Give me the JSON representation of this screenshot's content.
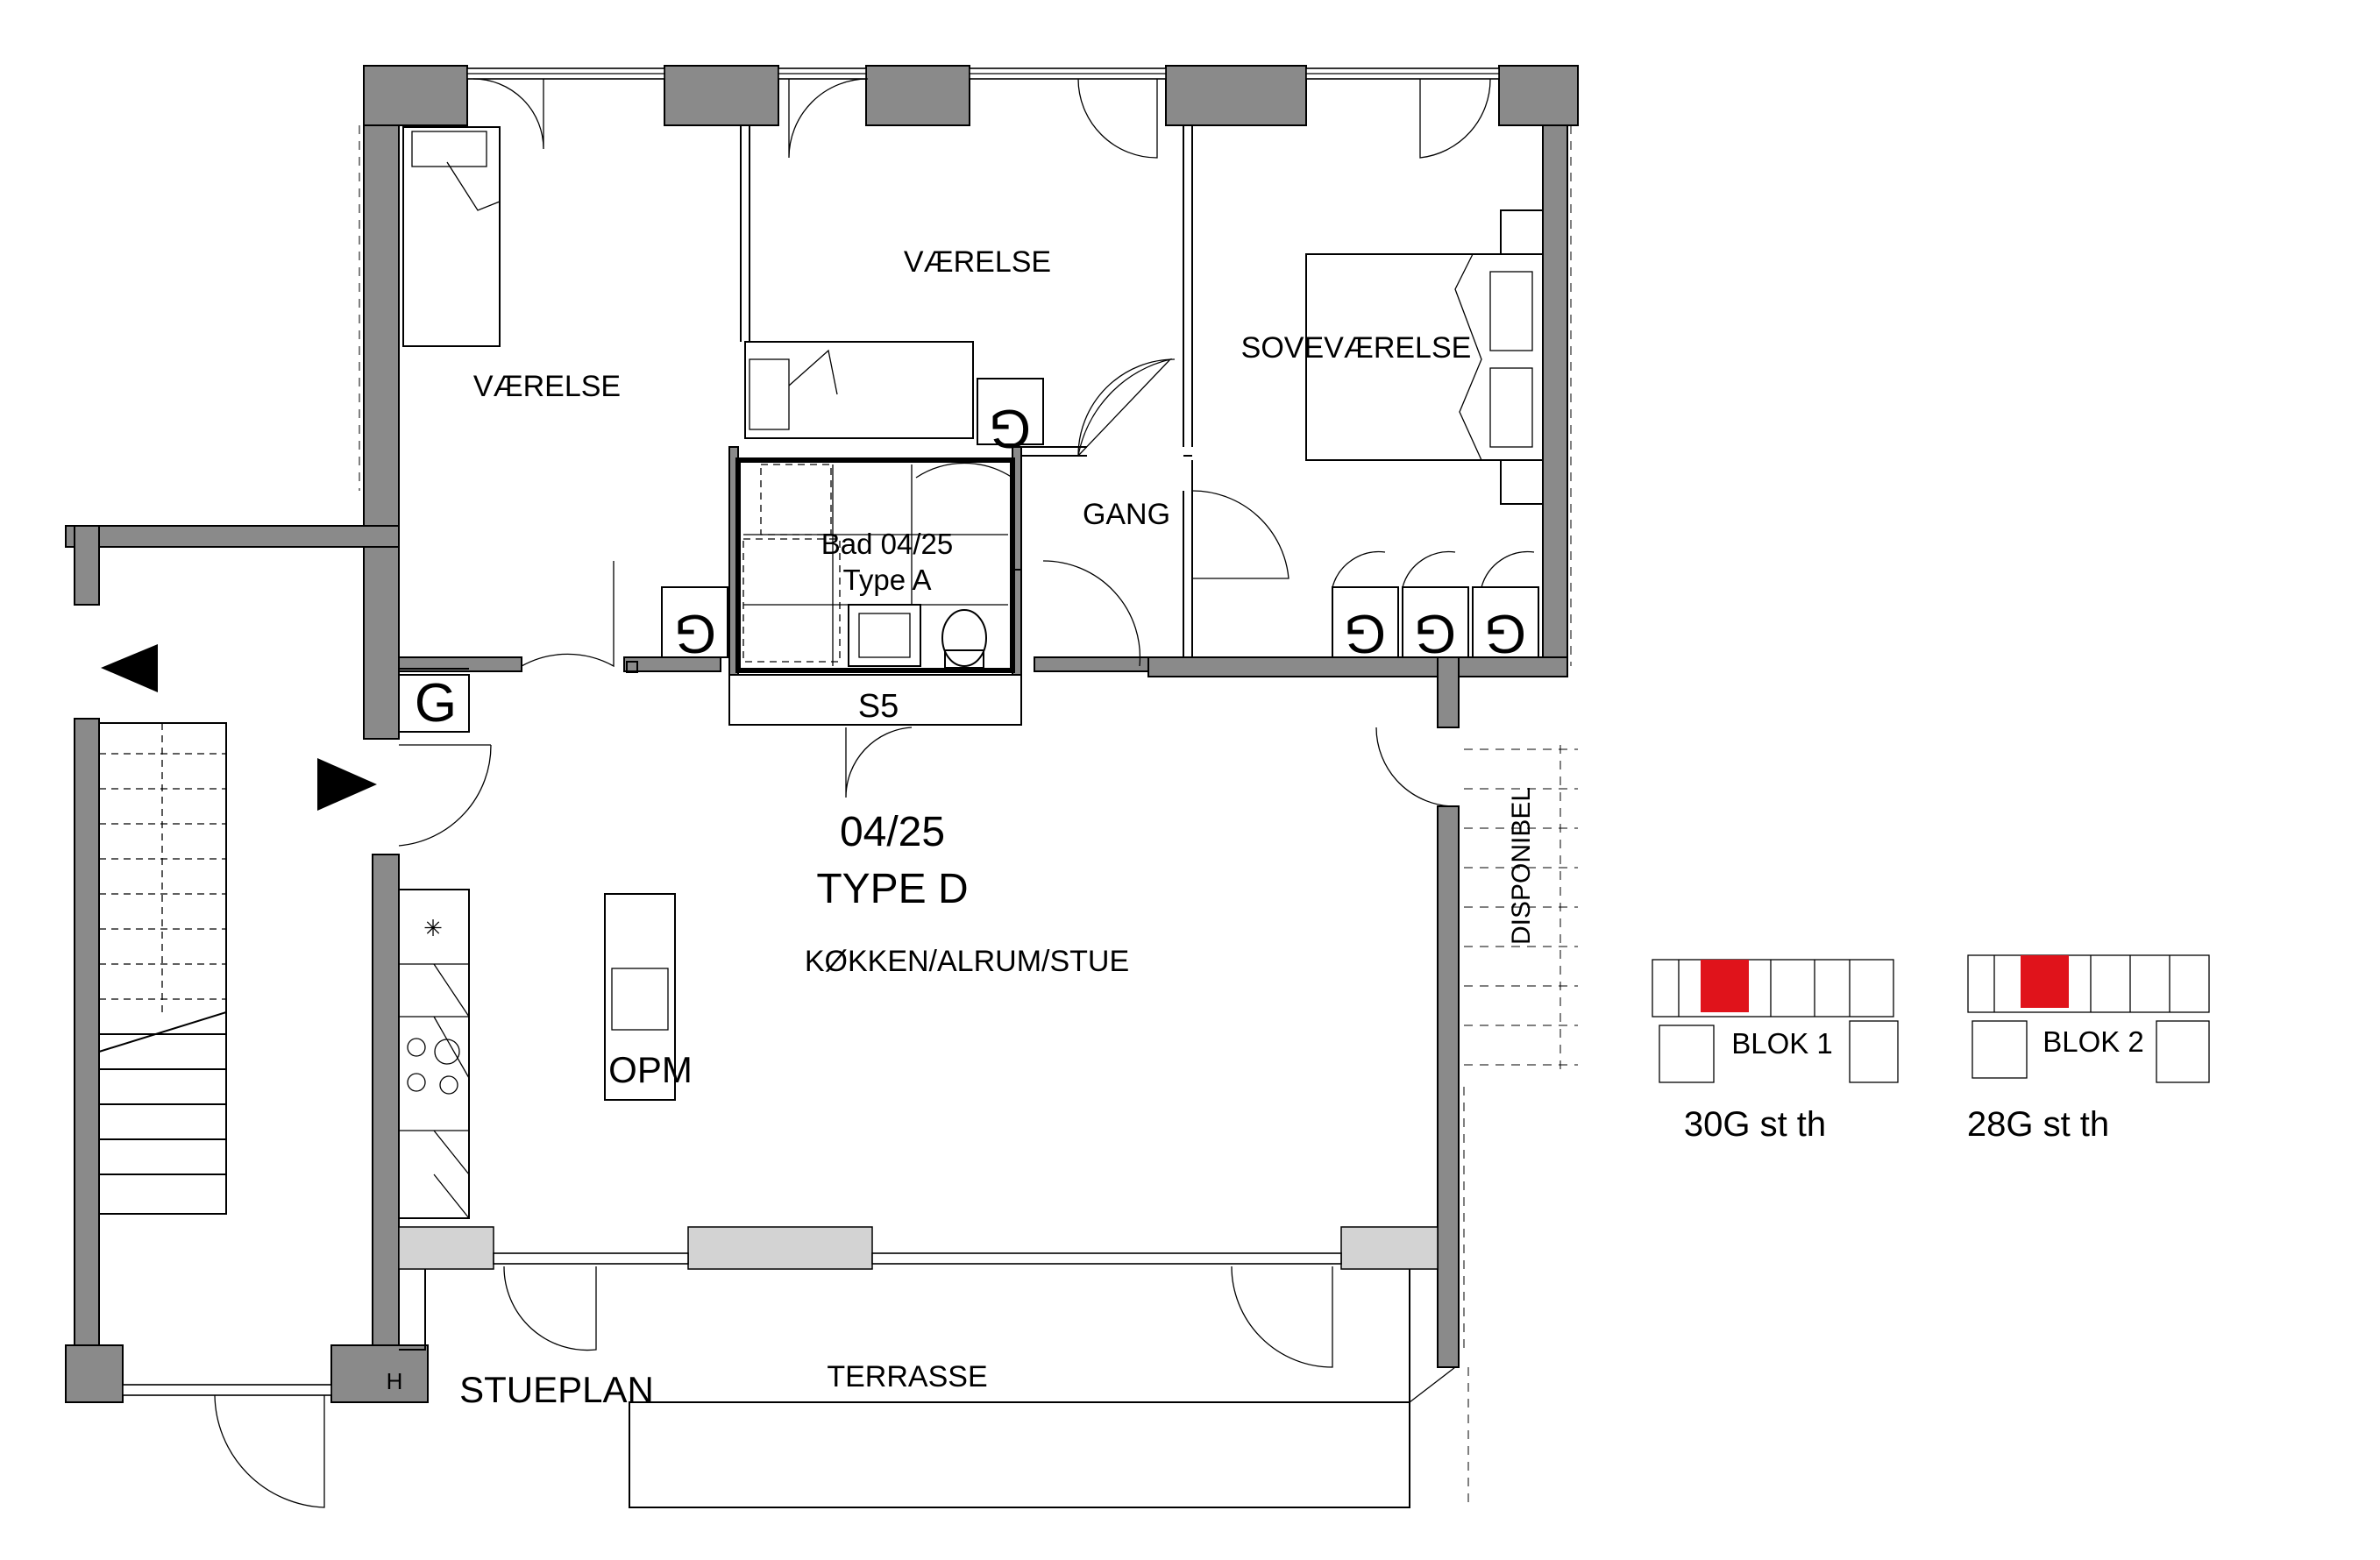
{
  "rooms": {
    "vaerelse_left": "VÆRELSE",
    "vaerelse_middle": "VÆRELSE",
    "sovevaerelse": "SOVEVÆRELSE",
    "gang": "GANG",
    "bad_line1": "Bad 04/25",
    "bad_line2": "Type A",
    "s5": "S5",
    "unit_number": "04/25",
    "unit_type": "TYPE D",
    "kitchen": "KØKKEN/ALRUM/STUE",
    "opm": "OPM",
    "disponibel": "DISPONIBEL",
    "stueplan": "STUEPLAN",
    "terrasse": "TERRASSE",
    "h_mark": "H"
  },
  "wardrobe_marks": [
    "G",
    "G",
    "G",
    "G",
    "G",
    "G"
  ],
  "key_maps": [
    {
      "block": "BLOK 1",
      "address": "30G st th",
      "highlight": "#e0131b"
    },
    {
      "block": "BLOK 2",
      "address": "28G st th",
      "highlight": "#e0131b"
    }
  ],
  "colors": {
    "wall": "#8a8a8a",
    "highlight": "#e0131b"
  }
}
